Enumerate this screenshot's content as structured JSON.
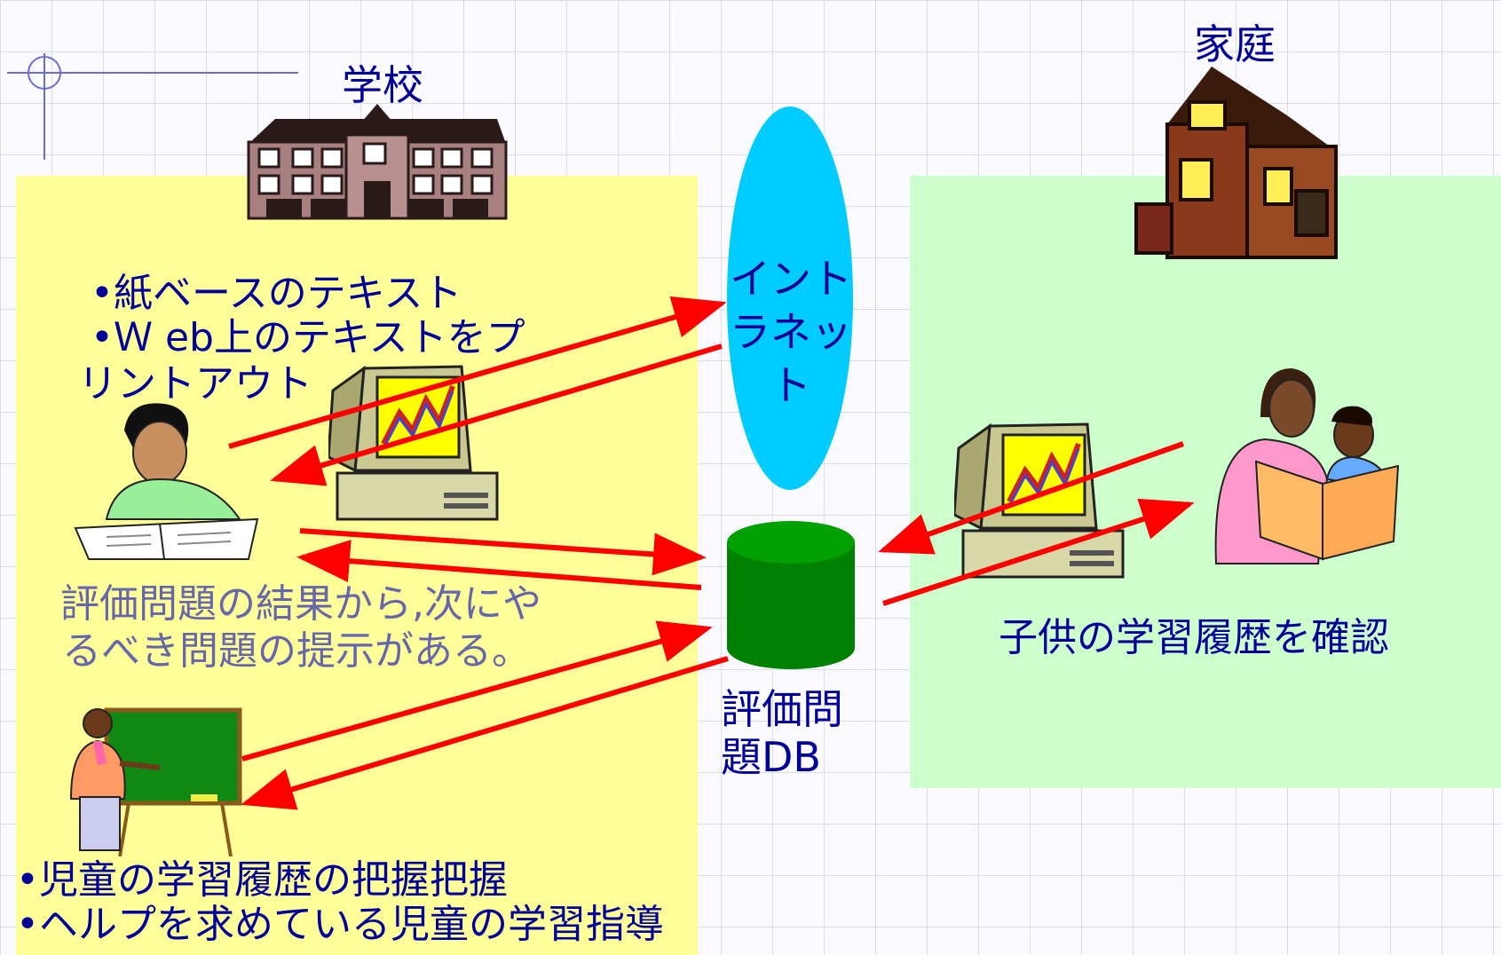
{
  "labels": {
    "school": "学校",
    "home": "家庭",
    "intranet": "イントラネット",
    "db": "評価問題DB"
  },
  "school": {
    "texts": [
      "•紙ベースのテキスト",
      "•Ｗ eb上のテキストをプ",
      "リントアウト"
    ],
    "evaluation": [
      "評価問題の結果から,次にや",
      "るべき問題の提示がある。"
    ],
    "teacher_tasks": [
      "•児童の学習履歴の把握把握",
      "•ヘルプを求めている児童の学習指導"
    ]
  },
  "home": {
    "parent_task": "子供の学習履歴を確認"
  },
  "colors": {
    "school_zone": "#ffff99",
    "home_zone": "#ccffcc",
    "intranet": "#00ccff",
    "database": "#008000",
    "arrow": "#ff0000",
    "text": "#000099"
  }
}
